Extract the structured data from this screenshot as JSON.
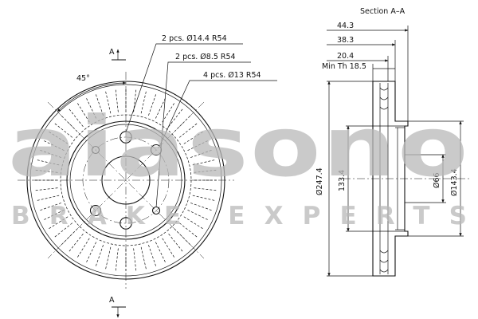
{
  "section_title": "Section A–A",
  "section_marker": "A",
  "holes": {
    "large": "2 pcs. Ø14.4 R54",
    "small": "2 pcs. Ø8.5 R54",
    "bolt": "4 pcs. Ø13 R54"
  },
  "angle_label": "45°",
  "dimensions": {
    "d1": "44.3",
    "d2": "38.3",
    "d3": "20.4",
    "min_th": "Min Th 18.5",
    "outer_dia": "Ø247.4",
    "height": "133.4",
    "center_bore": "Ø66",
    "hub_dia": "Ø143.4"
  },
  "watermark": {
    "logo": "aiasono",
    "subtitle": "BRAKE EXPERTS"
  }
}
